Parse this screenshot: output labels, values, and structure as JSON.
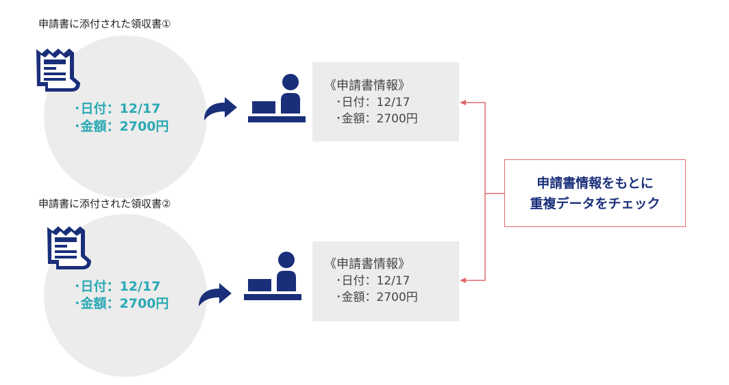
{
  "colors": {
    "navy": "#1a2f7a",
    "teal": "#2aa9b4",
    "circle_gray": "#ececec",
    "connector_red": "#e0686b"
  },
  "receipts": [
    {
      "caption": "申請書に添付された領収書①",
      "date_line": "･日付：12/17",
      "amount_line": "･金額：2700円",
      "icons": [
        "receipt-icon",
        "curved-arrow-icon",
        "person-at-desk-icon"
      ]
    },
    {
      "caption": "申請書に添付された領収書②",
      "date_line": "･日付：12/17",
      "amount_line": "･金額：2700円",
      "icons": [
        "receipt-icon",
        "curved-arrow-icon",
        "person-at-desk-icon"
      ]
    }
  ],
  "info_boxes": [
    {
      "title": "《申請書情報》",
      "date_line": "･日付：12/17",
      "amount_line": "･金額：2700円"
    },
    {
      "title": "《申請書情報》",
      "date_line": "･日付：12/17",
      "amount_line": "･金額：2700円"
    }
  ],
  "callout": {
    "line1": "申請書情報をもとに",
    "line2": "重複データをチェック"
  }
}
